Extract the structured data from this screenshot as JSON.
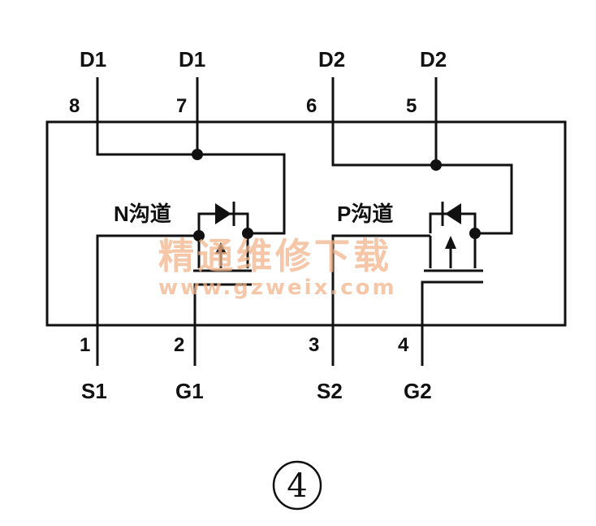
{
  "pins": {
    "p8": {
      "num": "8",
      "name": "D1"
    },
    "p7": {
      "num": "7",
      "name": "D1"
    },
    "p6": {
      "num": "6",
      "name": "D2"
    },
    "p5": {
      "num": "5",
      "name": "D2"
    },
    "p1": {
      "num": "1",
      "name": "S1"
    },
    "p2": {
      "num": "2",
      "name": "G1"
    },
    "p3": {
      "num": "3",
      "name": "S2"
    },
    "p4": {
      "num": "4",
      "name": "G2"
    }
  },
  "channels": {
    "n": "N沟道",
    "p": "P沟道"
  },
  "watermark": {
    "text": "精通维修下载",
    "url": "www.gzweix.com"
  },
  "figure_number": "4"
}
